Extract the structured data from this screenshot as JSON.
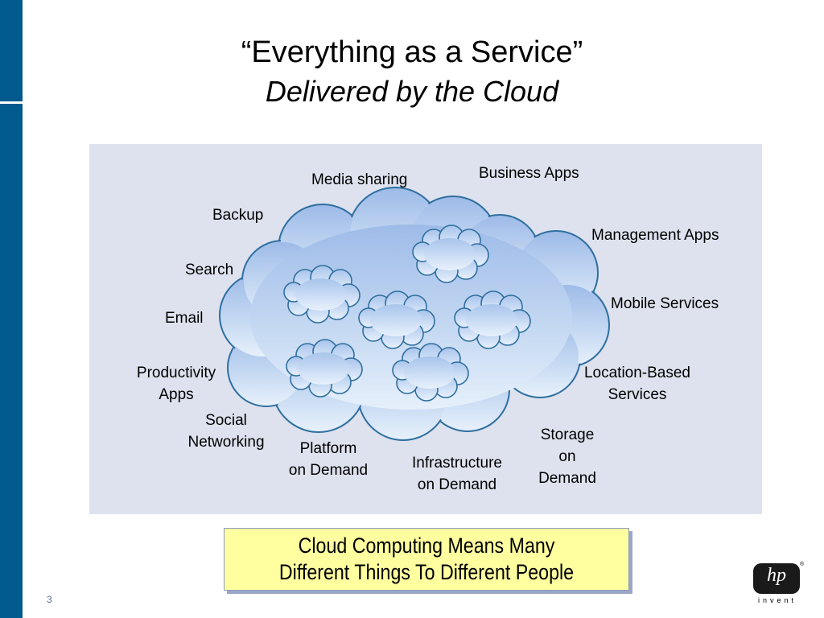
{
  "slide": {
    "title": "“Everything as a Service”",
    "subtitle": "Delivered by the Cloud",
    "page_number": "3"
  },
  "cloud_labels": {
    "media_sharing": "Media sharing",
    "business_apps": "Business Apps",
    "backup": "Backup",
    "management_apps": "Management Apps",
    "search": "Search",
    "mobile_services": "Mobile Services",
    "email": "Email",
    "productivity_line1": "Productivity",
    "productivity_line2": "Apps",
    "location_line1": "Location-Based",
    "location_line2": "Services",
    "social_line1": "Social",
    "social_line2": "Networking",
    "storage_line1": "Storage",
    "storage_line2": "on",
    "storage_line3": "Demand",
    "platform_line1": "Platform",
    "platform_line2": "on Demand",
    "infra_line1": "Infrastructure",
    "infra_line2": "on Demand"
  },
  "callout": {
    "line1": "Cloud Computing Means Many",
    "line2": "Different Things To Different People"
  },
  "logo": {
    "mark": "hp",
    "tagline": "invent",
    "registered": "®"
  },
  "colors": {
    "side_bar": "#005a8e",
    "panel_bg": "#dde2ee",
    "cloud_fill_top": "#9ebbe8",
    "cloud_fill_bottom": "#e6f0fb",
    "cloud_outline": "#2f6f9f",
    "callout_bg": "#ffffa0"
  }
}
